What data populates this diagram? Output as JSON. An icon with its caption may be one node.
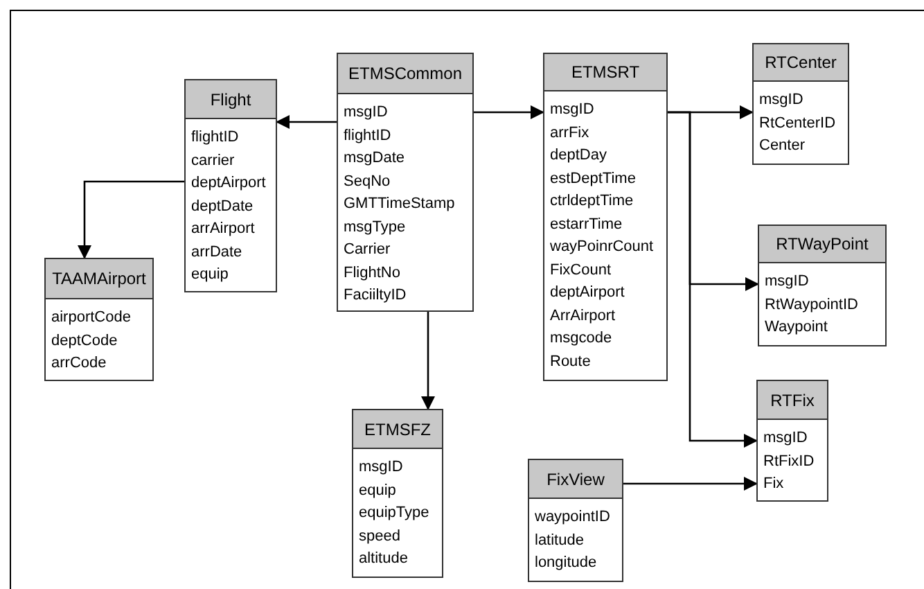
{
  "diagram": {
    "nodes": [
      {
        "text": [
          "Flight",
          "flightID",
          "carrier",
          "deptAirport",
          "deptDate",
          "arrAirport",
          "arrDate",
          "equip"
        ]
      },
      {
        "text": [
          "ETMSCommon",
          "msgID",
          "flightID",
          "msgDate",
          "SeqNo",
          "GMTTimeStamp",
          "msgType",
          "Carrier",
          "FlightNo",
          "FaciiltyID"
        ]
      },
      {
        "text": [
          "ETMSRT",
          "msgID",
          "arrFix",
          "deptDay",
          "estDeptTime",
          "ctrldeptTime",
          "estarrTime",
          "wayPoinrCount",
          "FixCount",
          "deptAirport",
          "ArrAirport",
          "msgcode",
          "Route"
        ]
      },
      {
        "text": [
          "RTCenter",
          "msgID",
          "RtCenterID",
          "Center"
        ]
      },
      {
        "text": [
          "TAAMAirport",
          "airportCode",
          "deptCode",
          "arrCode"
        ]
      },
      {
        "text": [
          "RTWayPoint",
          "msgID",
          "RtWaypointID",
          "Waypoint"
        ]
      },
      {
        "text": [
          "RTFix",
          "msgID",
          "RtFixID",
          "Fix"
        ]
      },
      {
        "text": [
          "ETMSFZ",
          "msgID",
          "equip",
          "equipType",
          "speed",
          "altitude"
        ]
      },
      {
        "text": [
          "FixView",
          "waypointID",
          "latitude",
          "longitude"
        ]
      }
    ],
    "edges": [
      {
        "from": 1,
        "to": 0,
        "arrow": "to"
      },
      {
        "from": 0,
        "to": 4,
        "arrow": "to"
      },
      {
        "from": 1,
        "to": 2,
        "arrow": "to"
      },
      {
        "from": 1,
        "to": 7,
        "arrow": "to"
      },
      {
        "from": 2,
        "to": 3,
        "arrow": "to"
      },
      {
        "from": 2,
        "to": 5,
        "arrow": "to"
      },
      {
        "from": 2,
        "to": 6,
        "arrow": "to"
      },
      {
        "from": 8,
        "to": 6,
        "arrow": "to"
      }
    ]
  }
}
